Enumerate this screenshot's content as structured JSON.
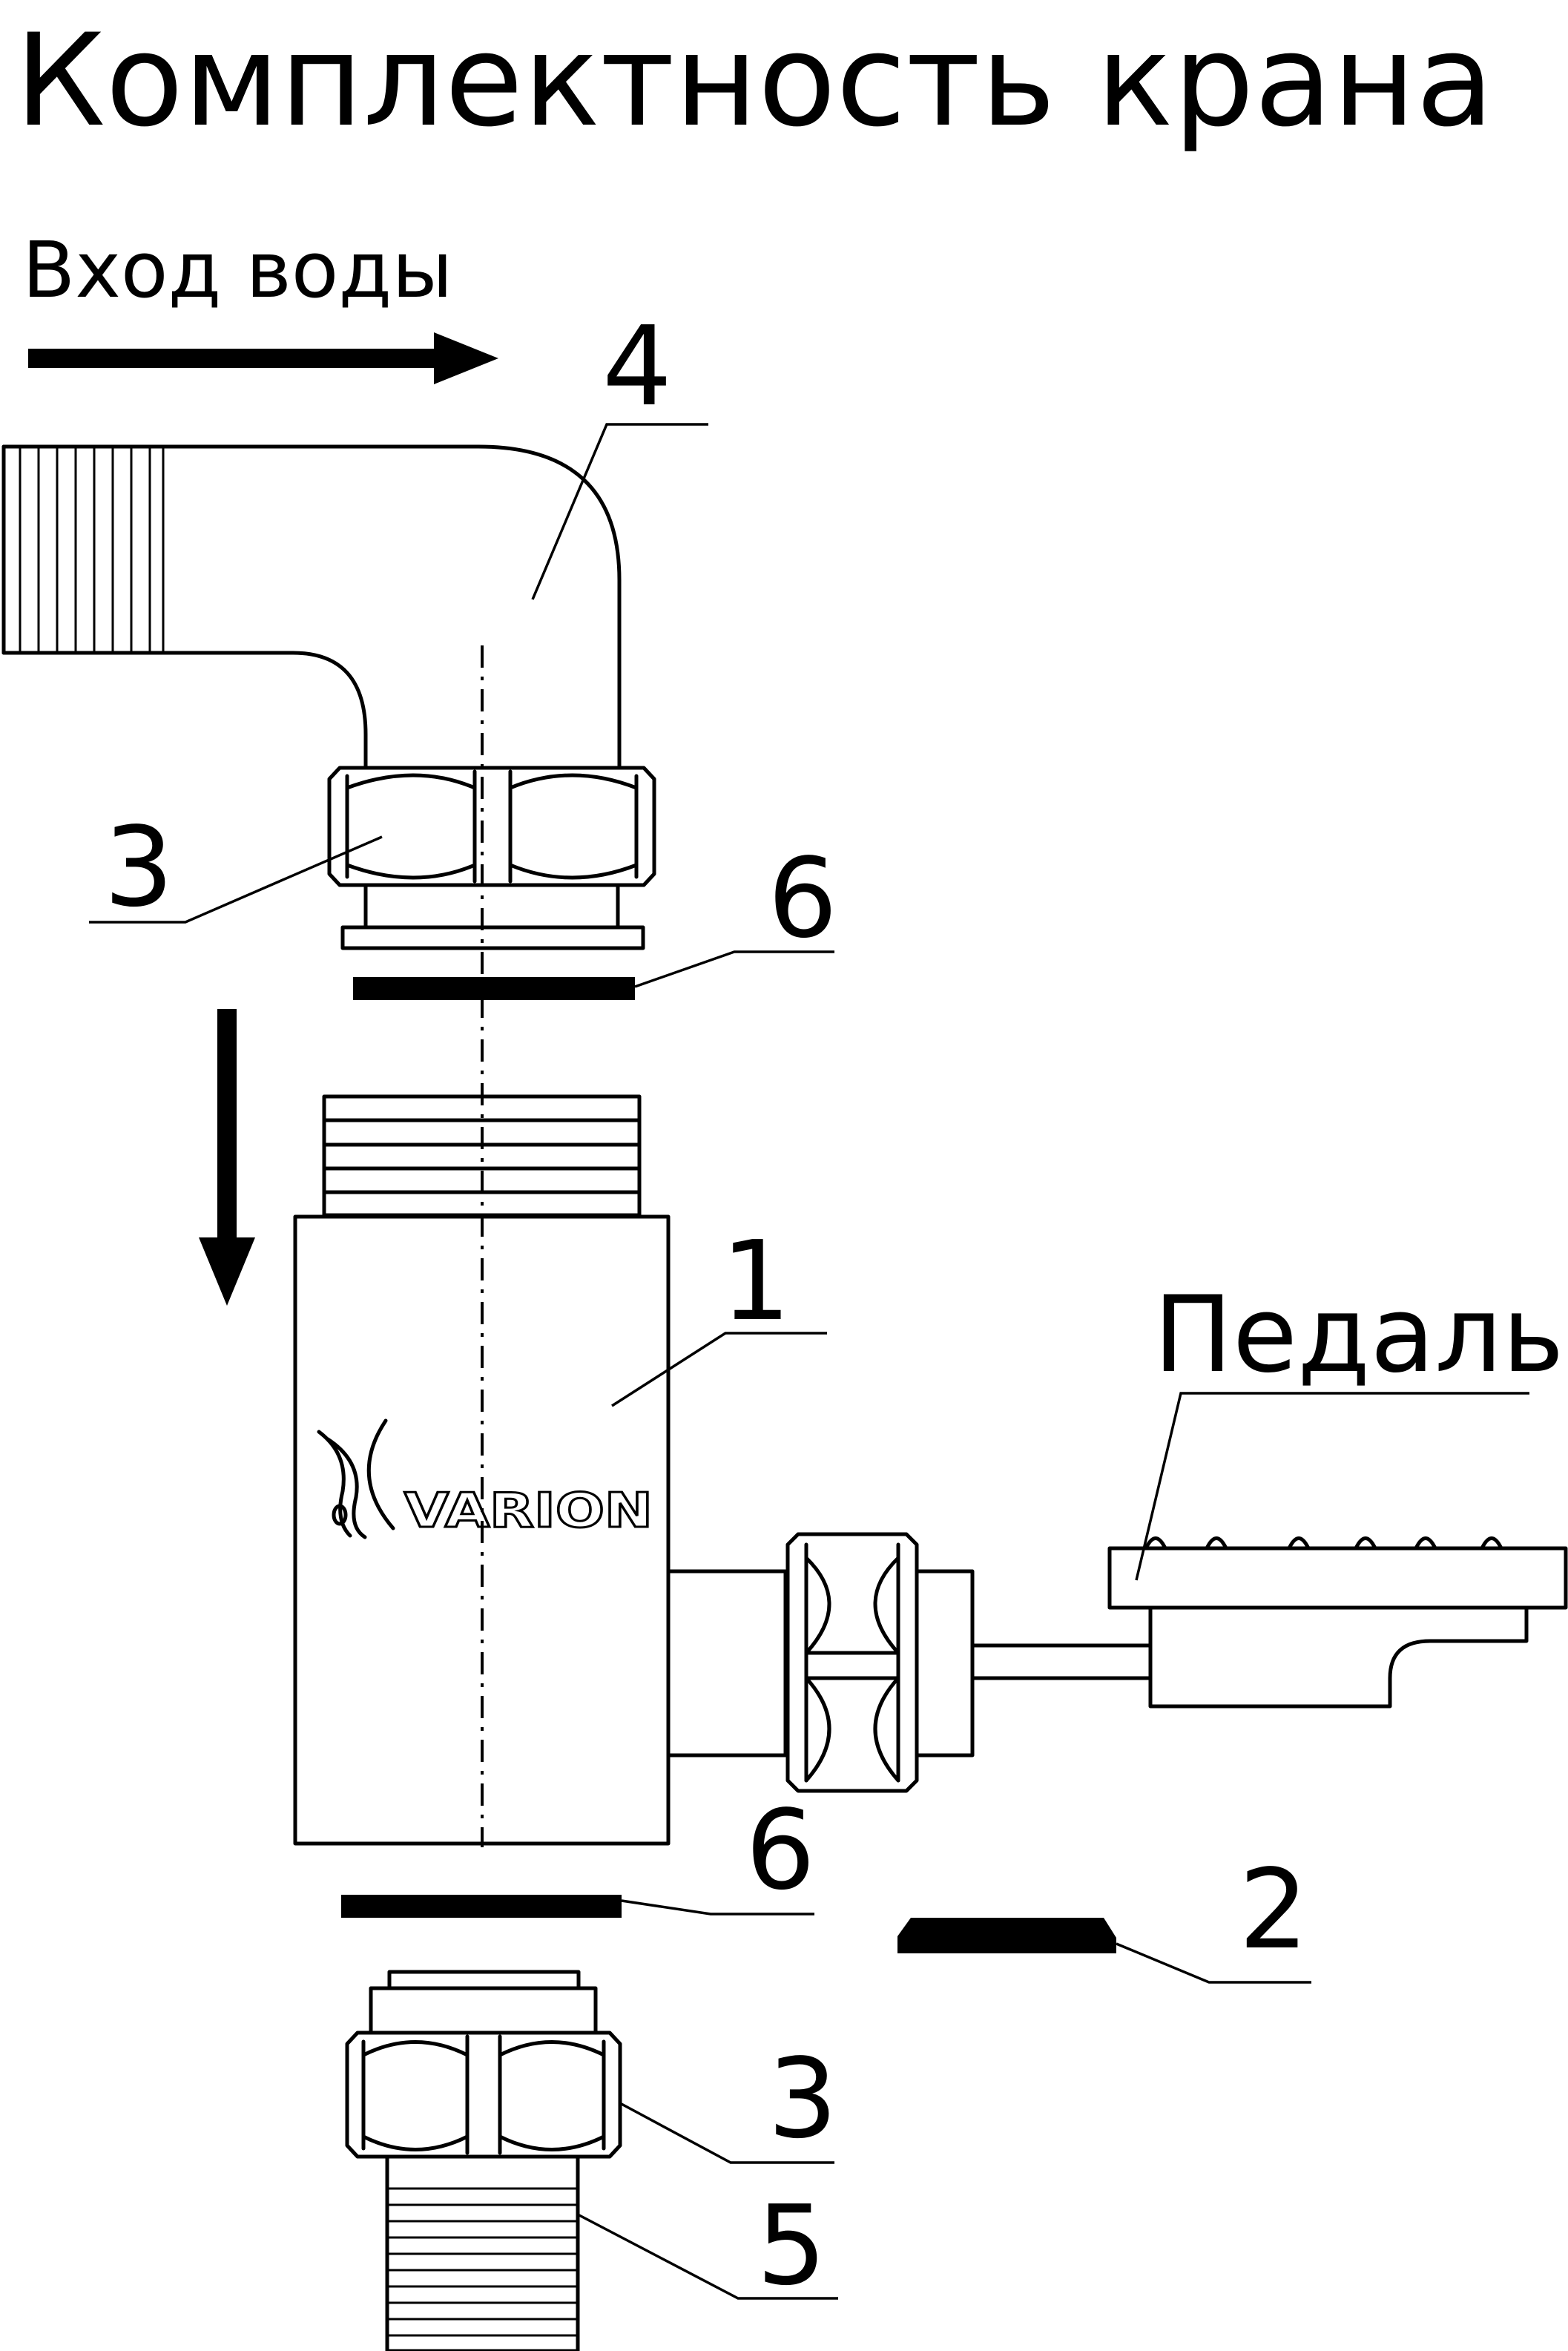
{
  "title": "Комплектность крана",
  "water_inlet_label": "Вход воды",
  "pedal_label": "Педаль",
  "brand_logo": "VARION",
  "callouts": {
    "c1": "1",
    "c2": "2",
    "c3_top": "3",
    "c3_bottom": "3",
    "c4": "4",
    "c5": "5",
    "c6_top": "6",
    "c6_bottom": "6"
  },
  "icons": {
    "inlet_arrow": "arrow-right-icon",
    "flow_arrow": "arrow-down-icon"
  }
}
